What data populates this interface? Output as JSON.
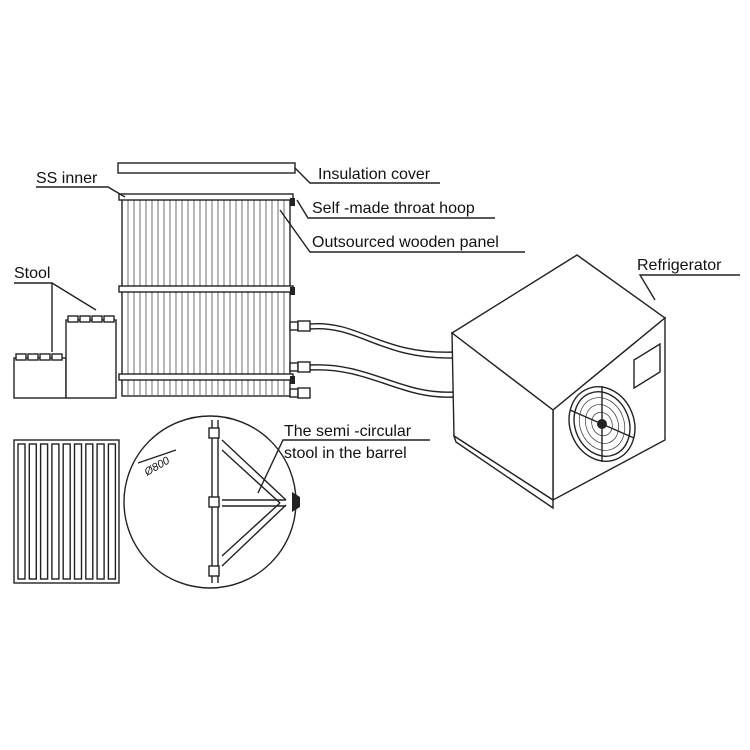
{
  "labels": {
    "insulation_cover": "Insulation cover",
    "ss_inner": "SS inner",
    "throat_hoop": "Self -made throat hoop",
    "wooden_panel": "Outsourced wooden panel",
    "stool": "Stool",
    "refrigerator": "Refrigerator",
    "semi_circular_line1": "The semi -circular",
    "semi_circular_line2": "stool in the barrel",
    "diameter": "Ø800"
  },
  "colors": {
    "line": "#222222",
    "background": "#ffffff"
  }
}
